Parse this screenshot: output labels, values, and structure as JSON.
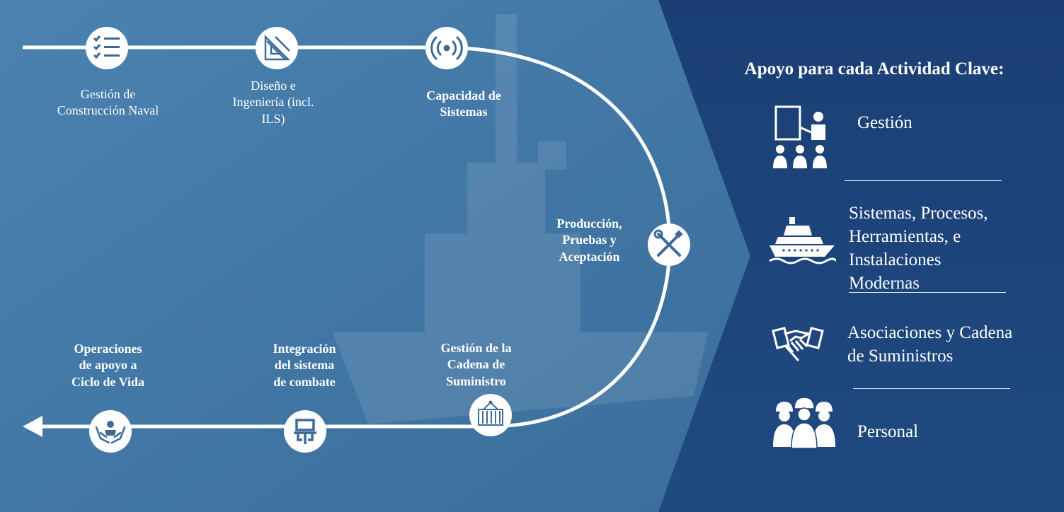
{
  "process_nodes": [
    {
      "id": "gestion-construccion",
      "lines": [
        "Gestión de",
        "Construcción Naval"
      ],
      "style": "normal",
      "icon": "checklist-icon"
    },
    {
      "id": "diseno-ingenieria",
      "lines": [
        "Diseño e",
        "Ingeniería (incl.",
        "ILS)"
      ],
      "style": "normal",
      "icon": "drafting-tools-icon"
    },
    {
      "id": "capacidad-sistemas",
      "lines": [
        "Capacidad de",
        "Sistemas"
      ],
      "style": "bold",
      "icon": "broadcast-icon"
    },
    {
      "id": "produccion",
      "lines": [
        "Producción,",
        "Pruebas y",
        "Aceptación"
      ],
      "style": "bold",
      "icon": "tools-icon"
    },
    {
      "id": "cadena-suministro",
      "lines": [
        "Gestión de la",
        "Cadena de",
        "Suministro"
      ],
      "style": "bold",
      "icon": "container-icon"
    },
    {
      "id": "sistema-combate",
      "lines": [
        "Integración",
        "del sistema",
        "de combate"
      ],
      "style": "bold",
      "icon": "combat-system-icon"
    },
    {
      "id": "ciclo-vida",
      "lines": [
        "Operaciones",
        "de apoyo a",
        "Ciclo de Vida"
      ],
      "style": "bold",
      "icon": "support-hands-icon"
    }
  ],
  "panel": {
    "title": "Apoyo para cada Actividad Clave:",
    "activities": [
      {
        "id": "gestion",
        "lines": [
          "Gestión"
        ],
        "icon": "presentation-icon"
      },
      {
        "id": "sistemas",
        "lines": [
          "Sistemas, Procesos,",
          "Herramientas, e",
          "Instalaciones",
          "Modernas"
        ],
        "icon": "ship-icon"
      },
      {
        "id": "asociaciones",
        "lines": [
          "Asociaciones y Cadena",
          "de Suministros"
        ],
        "icon": "handshake-icon"
      },
      {
        "id": "personal",
        "lines": [
          "Personal"
        ],
        "icon": "workers-icon"
      }
    ]
  },
  "colors": {
    "left_bg": "#4a7fab",
    "right_bg": "#1c4278",
    "line": "#ffffff",
    "node_fill": "#ffffff",
    "node_icon": "#3b6b99"
  }
}
